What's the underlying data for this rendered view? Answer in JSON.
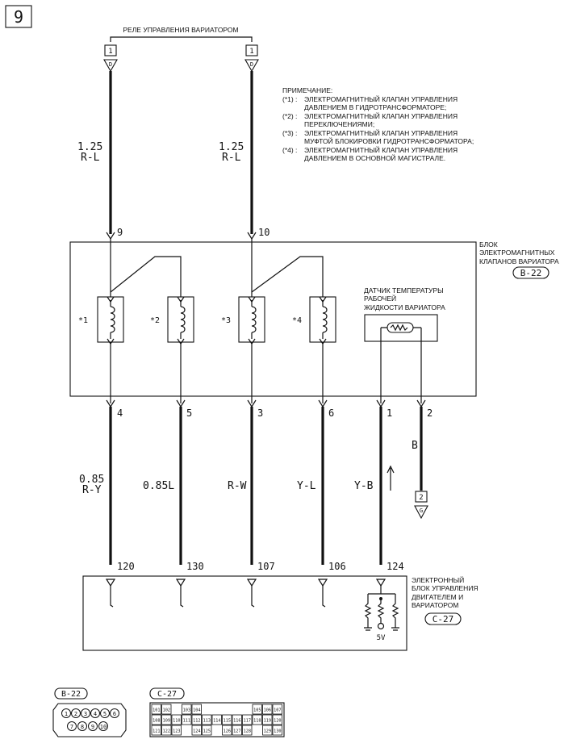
{
  "page_number": "9",
  "relay_title": "РЕЛЕ УПРАВЛЕНИЯ ВАРИАТОРОМ",
  "relay_connectors": [
    {
      "pin": "1",
      "letter": "D"
    },
    {
      "pin": "1",
      "letter": "D"
    }
  ],
  "notes": {
    "title": "ПРИМЕЧАНИЕ:",
    "items": [
      {
        "tag": "(*1) :",
        "lines": [
          "ЭЛЕКТРОМАГНИТНЫЙ КЛАПАН УПРАВЛЕНИЯ",
          "ДАВЛЕНИЕМ В ГИДРОТРАНСФОРМАТОРЕ;"
        ]
      },
      {
        "tag": "(*2) :",
        "lines": [
          "ЭЛЕКТРОМАГНИТНЫЙ КЛАПАН УПРАВЛЕНИЯ",
          "ПЕРЕКЛЮЧЕНИЯМИ;"
        ]
      },
      {
        "tag": "(*3) :",
        "lines": [
          "ЭЛЕКТРОМАГНИТНЫЙ КЛАПАН УПРАВЛЕНИЯ",
          "МУФТОЙ БЛОКИРОВКИ ГИДРОТРАНСФОРМАТОРА;"
        ]
      },
      {
        "tag": "(*4) :",
        "lines": [
          "ЭЛЕКТРОМАГНИТНЫЙ КЛАПАН УПРАВЛЕНИЯ",
          "ДАВЛЕНИЕМ В ОСНОВНОЙ МАГИСТРАЛЕ."
        ]
      }
    ]
  },
  "top_wires": [
    {
      "size": "1.25",
      "color": "R-L",
      "pin": "9"
    },
    {
      "size": "1.25",
      "color": "R-L",
      "pin": "10"
    }
  ],
  "solenoid_block": {
    "title_lines": [
      "БЛОК",
      "ЭЛЕКТРОМАГНИТНЫХ",
      "КЛАПАНОВ ВАРИАТОРА"
    ],
    "connector": "B-22",
    "solenoids": [
      "*1",
      "*2",
      "*3",
      "*4"
    ],
    "sensor_lines": [
      "ДАТЧИК ТЕМПЕРАТУРЫ",
      "РАБОЧЕЙ",
      "ЖИДКОСТИ ВАРИАТОРА"
    ]
  },
  "bottom_wires": [
    {
      "pin_top": "4",
      "size": "0.85",
      "color": "R-Y",
      "pin_bottom": "120"
    },
    {
      "pin_top": "5",
      "size": "",
      "color": "0.85L",
      "pin_bottom": "130"
    },
    {
      "pin_top": "3",
      "size": "",
      "color": "R-W",
      "pin_bottom": "107"
    },
    {
      "pin_top": "6",
      "size": "",
      "color": "Y-L",
      "pin_bottom": "106"
    },
    {
      "pin_top": "1",
      "size": "",
      "color": "Y-B",
      "pin_bottom": "124"
    },
    {
      "pin_top": "2",
      "size": "",
      "color": "B",
      "pin_bottom": ""
    }
  ],
  "ground_connector": {
    "pin": "2",
    "letter": "G"
  },
  "ecu": {
    "title_lines": [
      "ЭЛЕКТРОННЫЙ",
      "БЛОК УПРАВЛЕНИЯ",
      "ДВИГАТЕЛЕМ И",
      "ВАРИАТОРОМ"
    ],
    "connector": "C-27",
    "supply": "5V"
  },
  "legend": {
    "b22_label": "B-22",
    "b22_pins_row1": [
      "1",
      "2",
      "3",
      "4",
      "5",
      "6"
    ],
    "b22_pins_row2": [
      "7",
      "8",
      "9",
      "10"
    ],
    "c27_label": "C-27",
    "c27_row1": [
      "101",
      "102",
      "",
      "103",
      "104",
      "",
      "",
      "",
      "",
      "",
      "105",
      "106",
      "107"
    ],
    "c27_row2": [
      "108",
      "109",
      "110",
      "111",
      "112",
      "113",
      "114",
      "115",
      "116",
      "117",
      "118",
      "119",
      "120"
    ],
    "c27_row3": [
      "121",
      "122",
      "123",
      "",
      "124",
      "125",
      "",
      "126",
      "127",
      "128",
      "",
      "129",
      "130"
    ]
  }
}
